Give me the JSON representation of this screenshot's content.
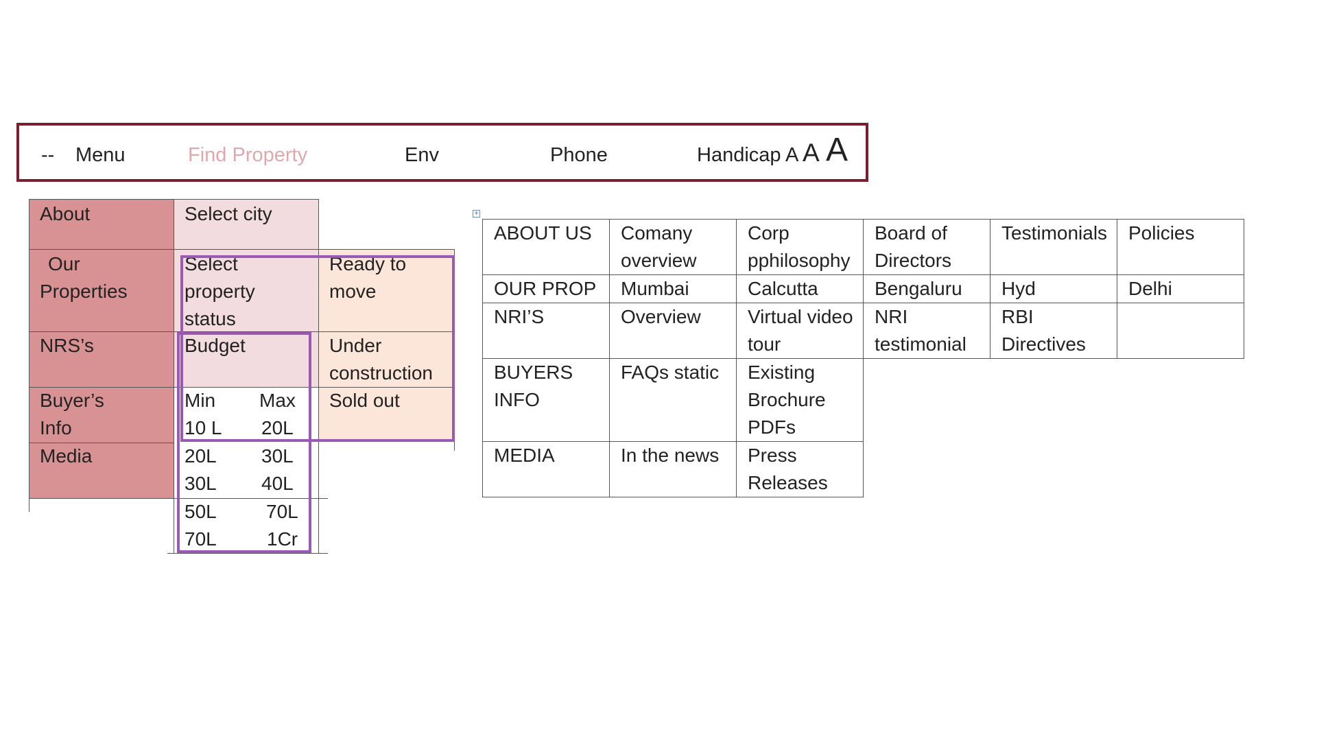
{
  "nav": {
    "dash": "--",
    "menu": "Menu",
    "find_property": "Find Property",
    "env": "Env",
    "phone": "Phone",
    "handicap": "Handicap A",
    "a_medium": "A",
    "a_large": "A"
  },
  "colors": {
    "nav_border": "#7b1e2e",
    "category_bg": "#d99293",
    "filter_bg": "#f2dce0",
    "status_bg": "#fce6da",
    "outline": "#9b59b6",
    "find_property_text": "#e0a8ad"
  },
  "left_menu": {
    "categories": [
      "About",
      "Our Properties",
      "NRS’s",
      "Buyer’s Info",
      "Media"
    ],
    "select_city": "Select city",
    "select_status": "Select property status",
    "budget": "Budget",
    "status_options": [
      "Ready to move",
      "Under construction",
      "Sold out"
    ],
    "budget_header": {
      "min": "Min",
      "max": "Max"
    },
    "budget_ranges": [
      {
        "min": "10 L",
        "max": "20L"
      },
      {
        "min": "20L",
        "max": "30L"
      },
      {
        "min": "30L",
        "max": "40L"
      },
      {
        "min": "50L",
        "max": "70L"
      },
      {
        "min": "70L",
        "max": "1Cr"
      }
    ]
  },
  "sitemap": {
    "rows": [
      [
        "ABOUT US",
        "Comany overview",
        "Corp pphilosophy",
        "Board of Directors",
        "Testimonials",
        "Policies"
      ],
      [
        "OUR PROP",
        "Mumbai",
        "Calcutta",
        "Bengaluru",
        "Hyd",
        "Delhi"
      ],
      [
        "NRI’S",
        "Overview",
        "Virtual video tour",
        "NRI testimonial",
        "RBI Directives",
        ""
      ],
      [
        "BUYERS INFO",
        "FAQs static",
        "Existing Brochure PDFs"
      ],
      [
        "MEDIA",
        "In the news",
        "Press Releases"
      ]
    ]
  }
}
